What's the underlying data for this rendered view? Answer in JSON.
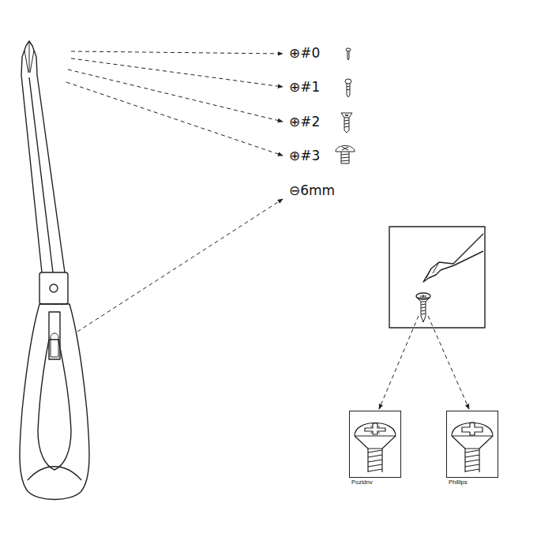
{
  "diagram": {
    "nodes": [
      {
        "text": [
          "Pozidnv"
        ]
      },
      {
        "text": [
          "Phillips"
        ]
      }
    ],
    "labels": [
      "⊕#0",
      "⊕#1",
      "⊕#2",
      "⊕#3",
      "⊖6mm"
    ]
  }
}
